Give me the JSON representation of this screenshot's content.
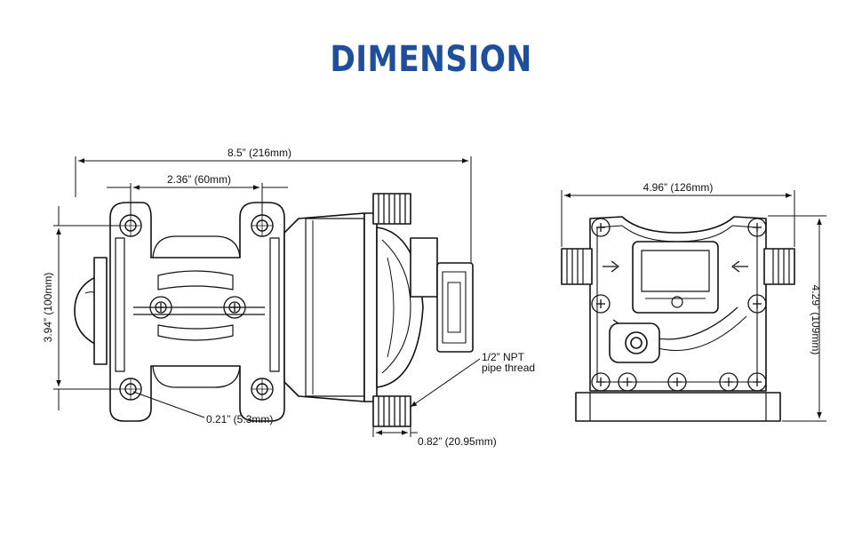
{
  "title": "DIMENSION",
  "colors": {
    "title": "#1f4e9c",
    "line": "#111111"
  },
  "dimensions": {
    "overall_length": "8.5” (216mm)",
    "mount_spacing": "2.36” (60mm)",
    "mount_height": "3.94” (100mm)",
    "hole_diameter": "0.21” (5.3mm)",
    "port_thread": "1/2” NPT",
    "port_thread_line2": "pipe thread",
    "port_offset": "0.82” (20.95mm)",
    "front_width": "4.96” (126mm)",
    "front_height": "4.29” (109mm)"
  }
}
